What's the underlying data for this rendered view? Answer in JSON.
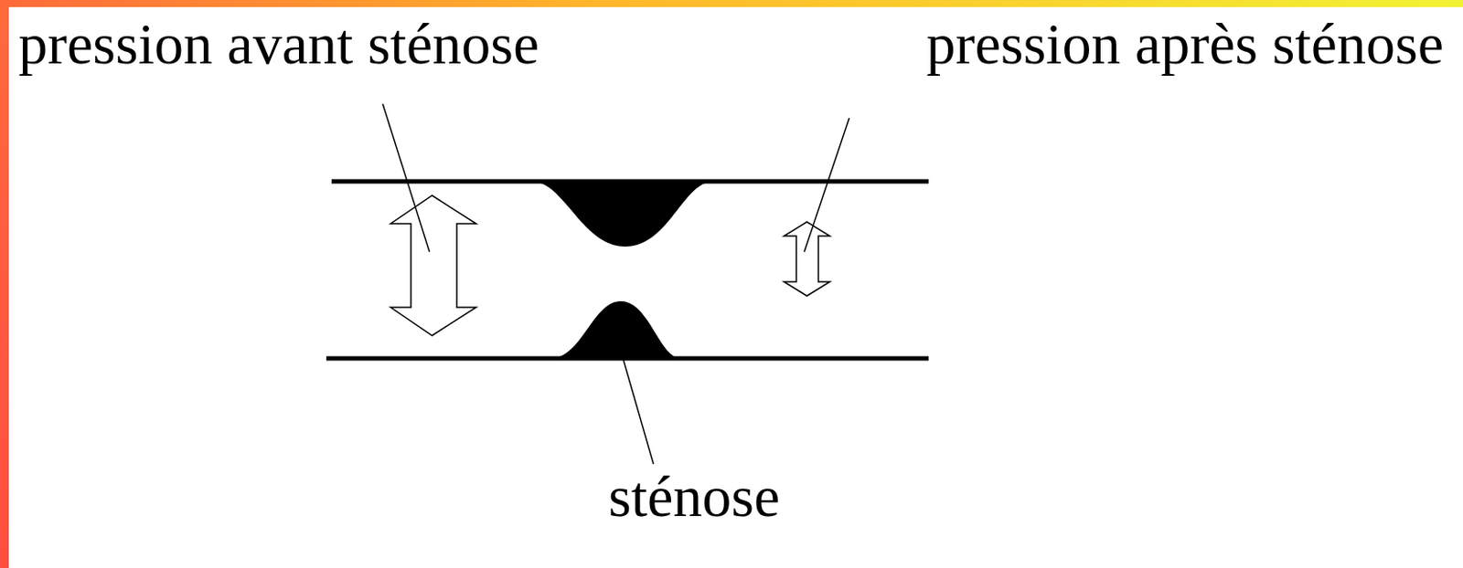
{
  "diagram": {
    "labels": [
      "pression avant sténose",
      "pression après sténose",
      "sténose"
    ]
  }
}
